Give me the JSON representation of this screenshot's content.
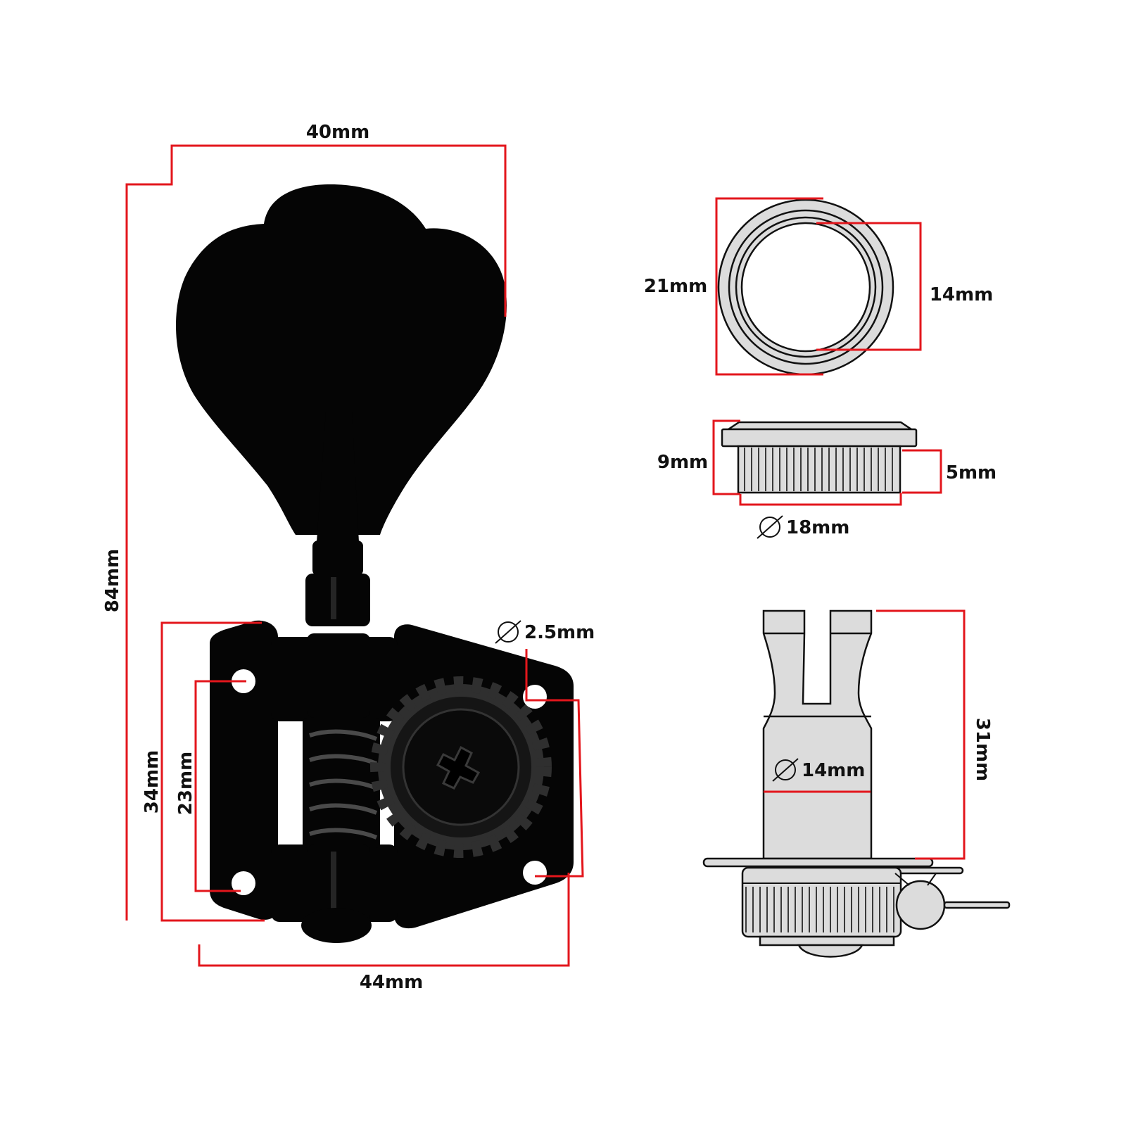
{
  "title": "Bass tuning peg dimensions",
  "colors": {
    "dimension_line": "#e3161c",
    "part_fill": "#dcdcdc",
    "tuner_body": "#050505"
  },
  "main_view": {
    "labels": {
      "head_width": "40mm",
      "total_length": "84mm",
      "plate_height_outer": "34mm",
      "plate_hole_spacing": "23mm",
      "mount_hole_diameter": "2.5mm",
      "plate_width": "44mm"
    },
    "diameter_symbol": "⌀"
  },
  "bushing_top_view": {
    "labels": {
      "outer_diameter": "21mm",
      "inner_diameter": "14mm"
    }
  },
  "bushing_side_view": {
    "labels": {
      "total_height": "9mm",
      "knurled_height": "5mm",
      "knurled_diameter": "18mm"
    }
  },
  "post_side_view": {
    "labels": {
      "post_diameter": "14mm",
      "post_height": "31mm"
    }
  }
}
